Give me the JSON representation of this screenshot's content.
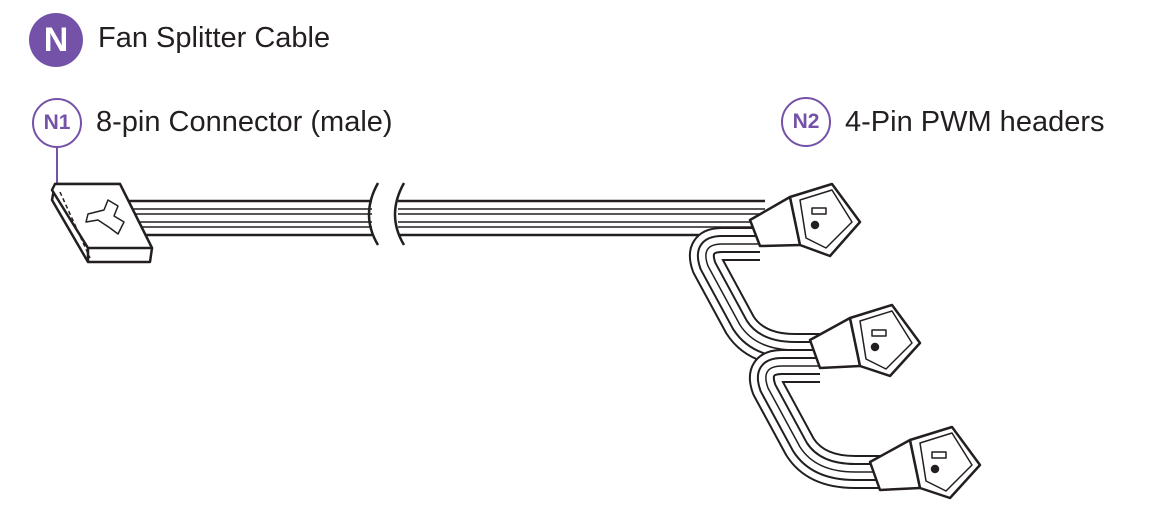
{
  "title": {
    "badge": "N",
    "text": "Fan Splitter Cable"
  },
  "callouts": [
    {
      "badge": "N1",
      "text": "8-pin Connector (male)"
    },
    {
      "badge": "N2",
      "text": "4-Pin PWM headers"
    }
  ],
  "colors": {
    "accent": "#7452a8",
    "line": "#231f20"
  }
}
